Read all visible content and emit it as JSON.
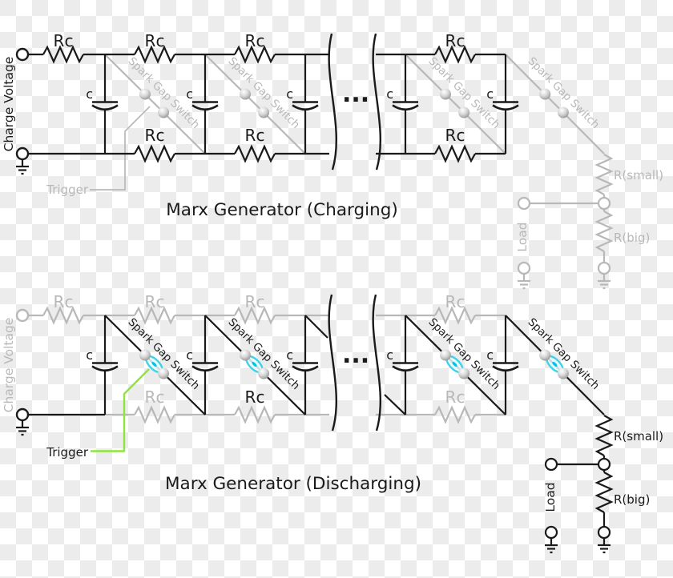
{
  "titles": {
    "charging": "Marx Generator (Charging)",
    "discharging": "Marx Generator (Discharging)"
  },
  "labels": {
    "rc": "Rc",
    "capacitor": "c",
    "spark_gap": "Spark Gap Switch",
    "charge_voltage": "Charge Voltage",
    "trigger": "Trigger",
    "r_small": "R(small)",
    "r_big": "R(big)",
    "load": "Load",
    "ellipsis": "..."
  },
  "colors": {
    "active": "#1a1a1a",
    "inactive": "#b8b8b8",
    "trigger_green": "#8ee33c",
    "spark_cyan": "#3fd2e6",
    "spark_core": "#00c3e6",
    "checker_light": "#ffffff",
    "checker_dark": "#ececec"
  }
}
